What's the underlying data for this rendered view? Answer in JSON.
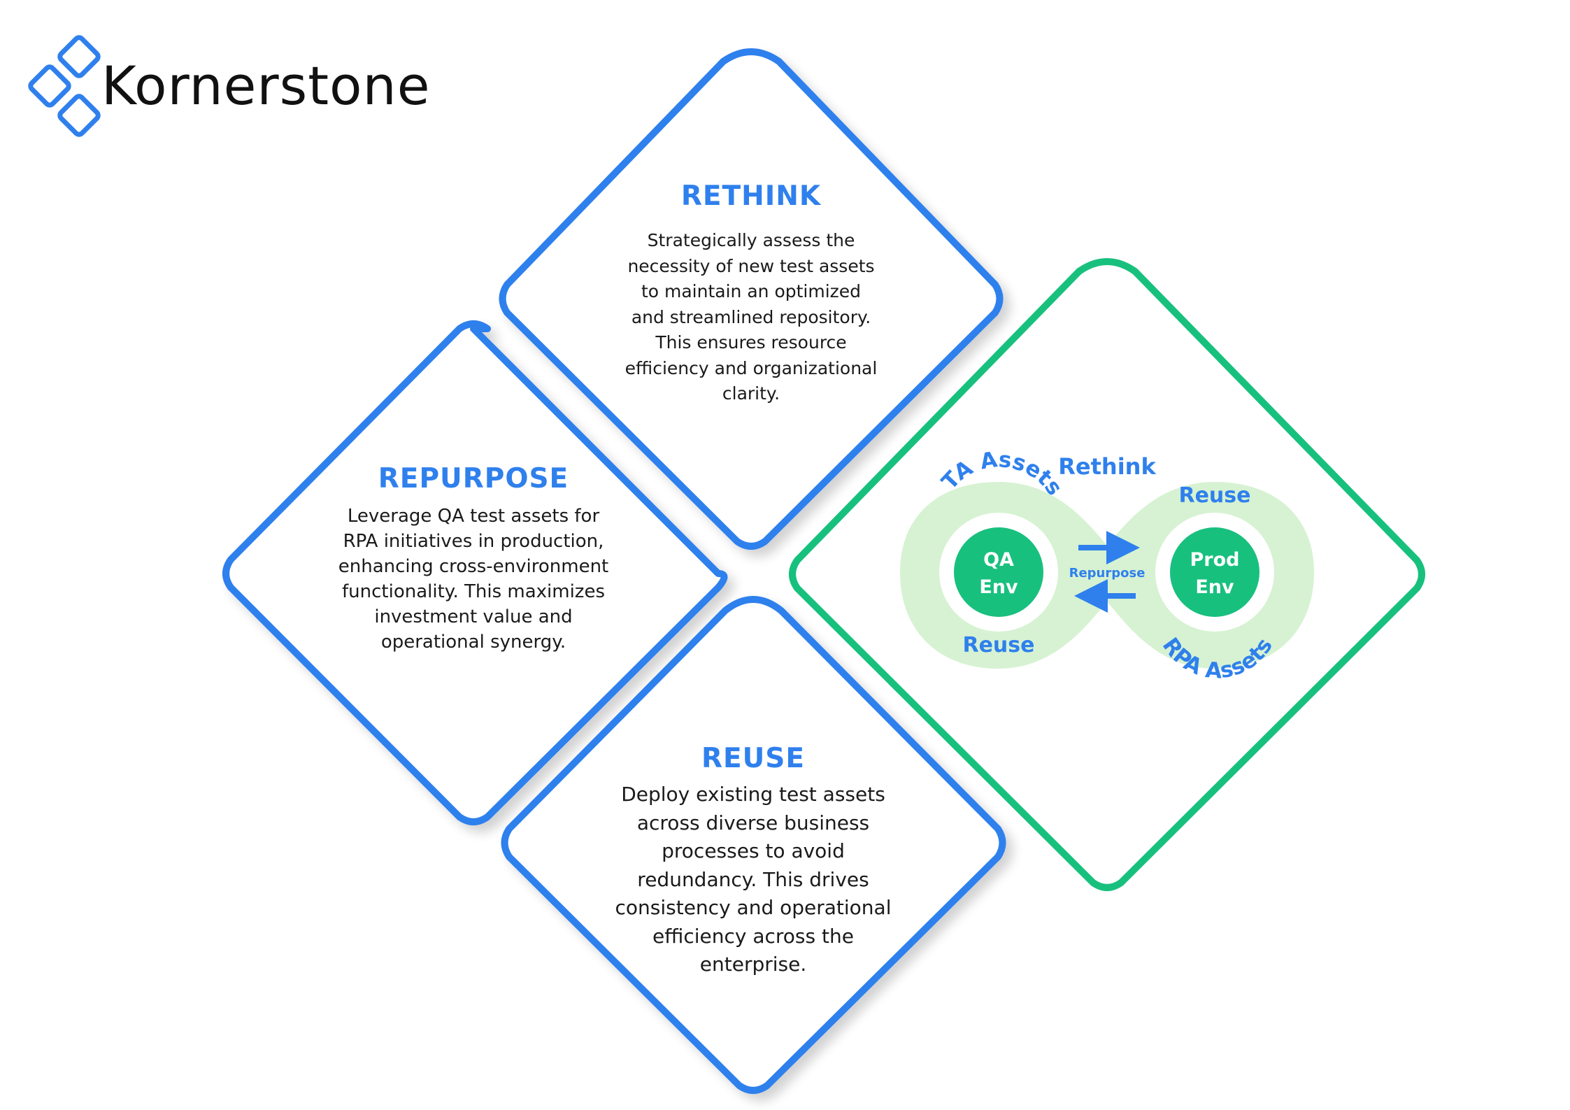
{
  "brand": {
    "name": "Kornerstone",
    "accent": "#2f80ed",
    "green": "#18c07e",
    "light_green": "#d6f2d2"
  },
  "cards": {
    "rethink": {
      "title": "RETHINK",
      "body": "Strategically assess the\nnecessity of new test assets\nto maintain an optimized\nand streamlined repository.\nThis ensures resource\nefficiency and organizational\nclarity."
    },
    "repurpose": {
      "title": "REPURPOSE",
      "body": "Leverage QA test assets for\nRPA initiatives in production,\nenhancing cross-environment\nfunctionality. This maximizes\ninvestment value and\noperational synergy."
    },
    "reuse": {
      "title": "REUSE",
      "body": "Deploy existing test assets\nacross diverse business\nprocesses to avoid\nredundancy. This drives\nconsistency and operational\nefficiency across the\nenterprise."
    }
  },
  "loop": {
    "top_label": "Rethink",
    "left_arc_label": "TA Assets",
    "left_bottom_label": "Reuse",
    "right_top_label": "Reuse",
    "right_arc_label": "RPA Assets",
    "center_label": "Repurpose",
    "qa_env_line1": "QA",
    "qa_env_line2": "Env",
    "prod_env_line1": "Prod",
    "prod_env_line2": "Env"
  }
}
